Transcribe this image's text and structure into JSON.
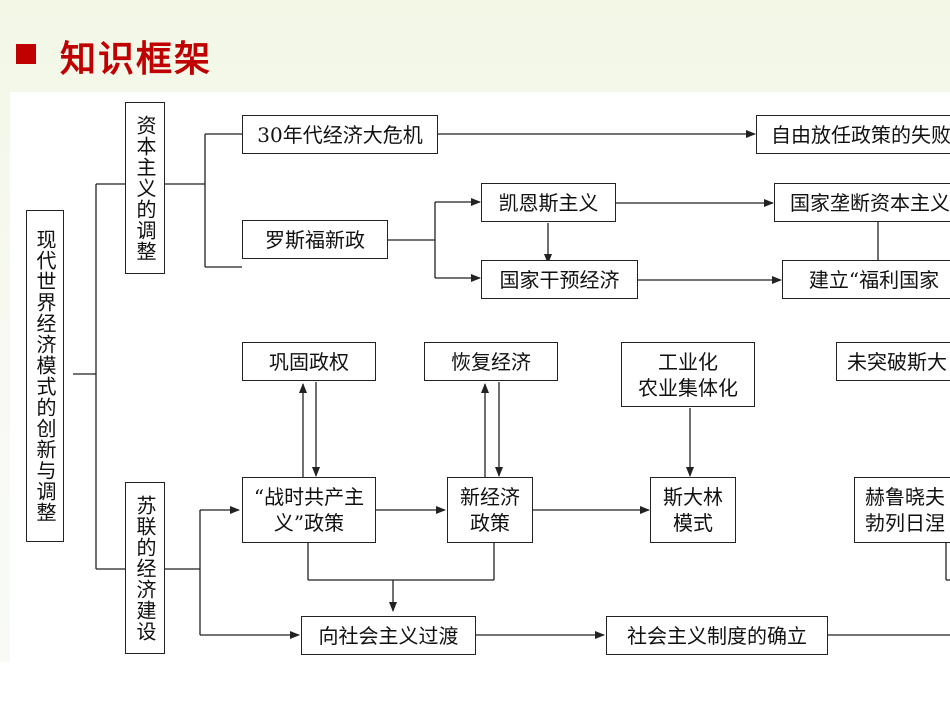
{
  "header": {
    "title": "知识框架"
  },
  "diagram": {
    "root": "现代世界经济模式的创新与调整",
    "branch_capitalism": "资本主义的调整",
    "branch_soviet": "苏联的经济建设",
    "cap": {
      "crisis_1930s": "30年代经济大危机",
      "laissez_faire_failure": "自由放任政策的失败",
      "new_deal": "罗斯福新政",
      "keynesianism": "凯恩斯主义",
      "state_monopoly": "国家垄断资本主义",
      "state_intervention": "国家干预经济",
      "welfare_state": "建立“福利国家"
    },
    "soviet": {
      "consolidate_power": "巩固政权",
      "restore_economy": "恢复经济",
      "industrialization": "工业化\n农业集体化",
      "break_stalin": "未突破斯大",
      "war_communism": "“战时共产主\n义”政策",
      "nep": "新经济\n政策",
      "stalin_model": "斯大林\n模式",
      "khrushchev": "赫鲁晓夫\n勃列日涅",
      "transition": "向社会主义过渡",
      "socialism_established": "社会主义制度的确立"
    }
  }
}
